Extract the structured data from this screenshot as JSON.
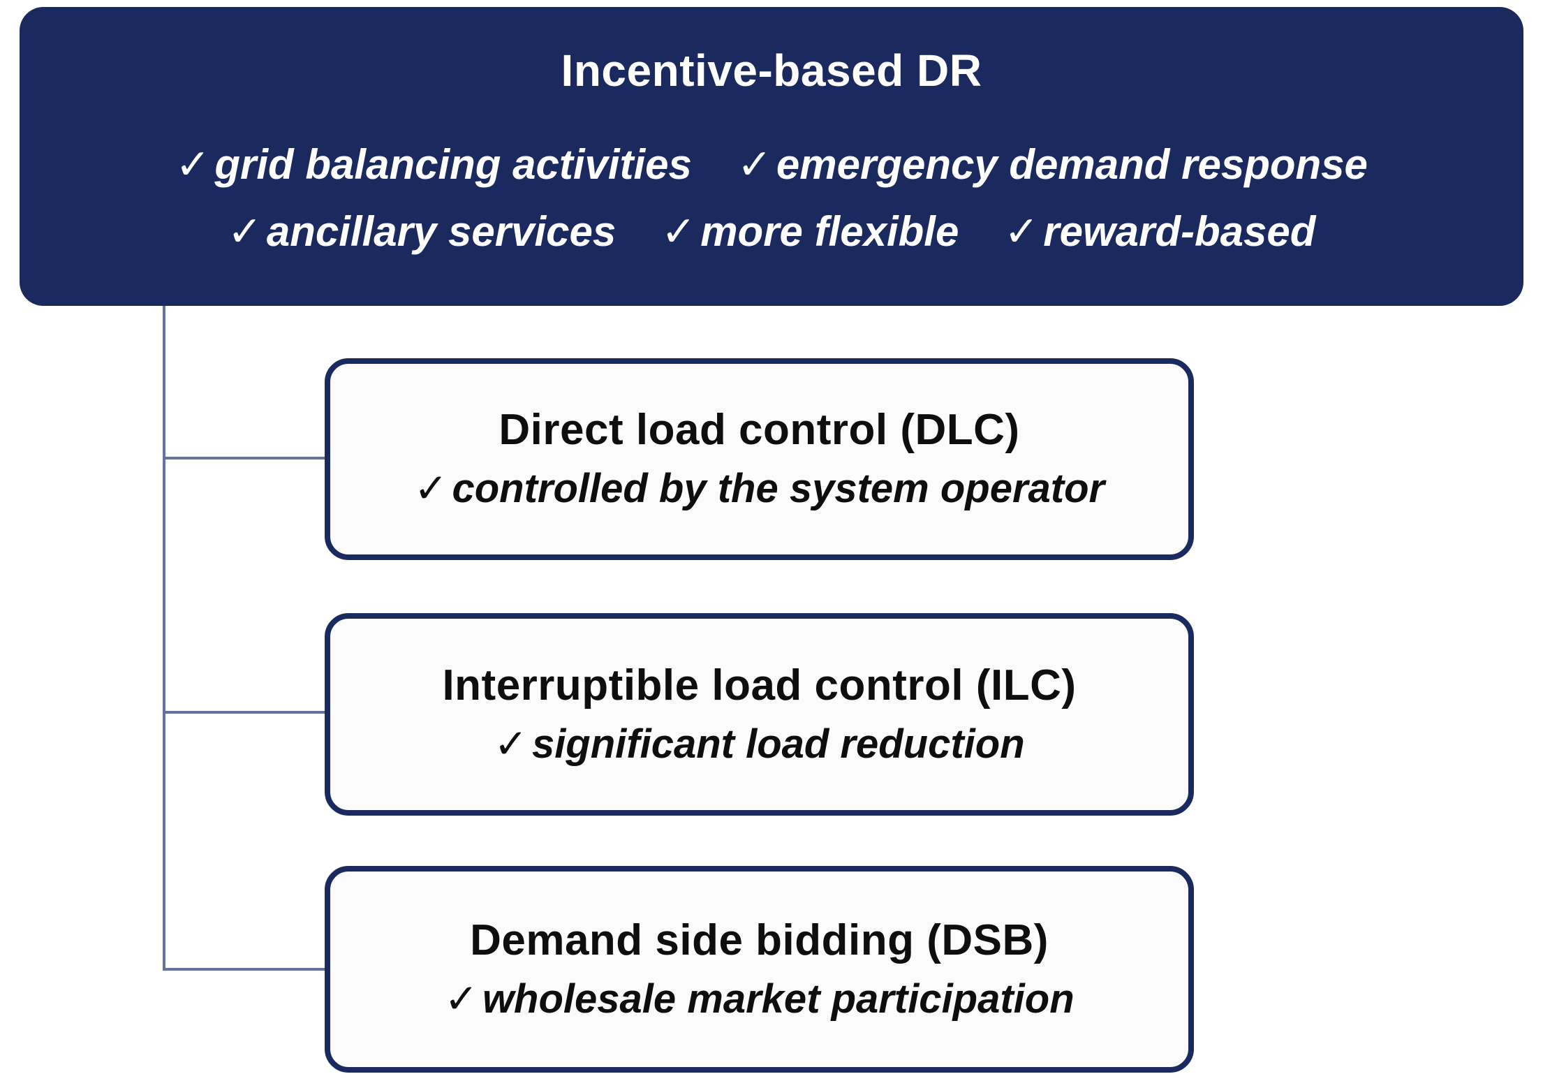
{
  "colors": {
    "navy": "#1b2a5e",
    "connector": "#64749e",
    "child-bg": "#fbfbfb",
    "child-text": "#0e0e0e",
    "root-text": "#ffffff",
    "page-bg": "#ffffff"
  },
  "root": {
    "title": "Incentive-based DR",
    "check": "✓",
    "features_line1": [
      "grid balancing activities",
      "emergency demand response"
    ],
    "features_line2": [
      "ancillary services",
      "more flexible",
      "reward-based"
    ]
  },
  "children": [
    {
      "title": "Direct load control (DLC)",
      "feature": "controlled by the system operator"
    },
    {
      "title": "Interruptible load control (ILC)",
      "feature": "significant load reduction"
    },
    {
      "title": "Demand side bidding (DSB)",
      "feature": "wholesale market participation"
    }
  ]
}
